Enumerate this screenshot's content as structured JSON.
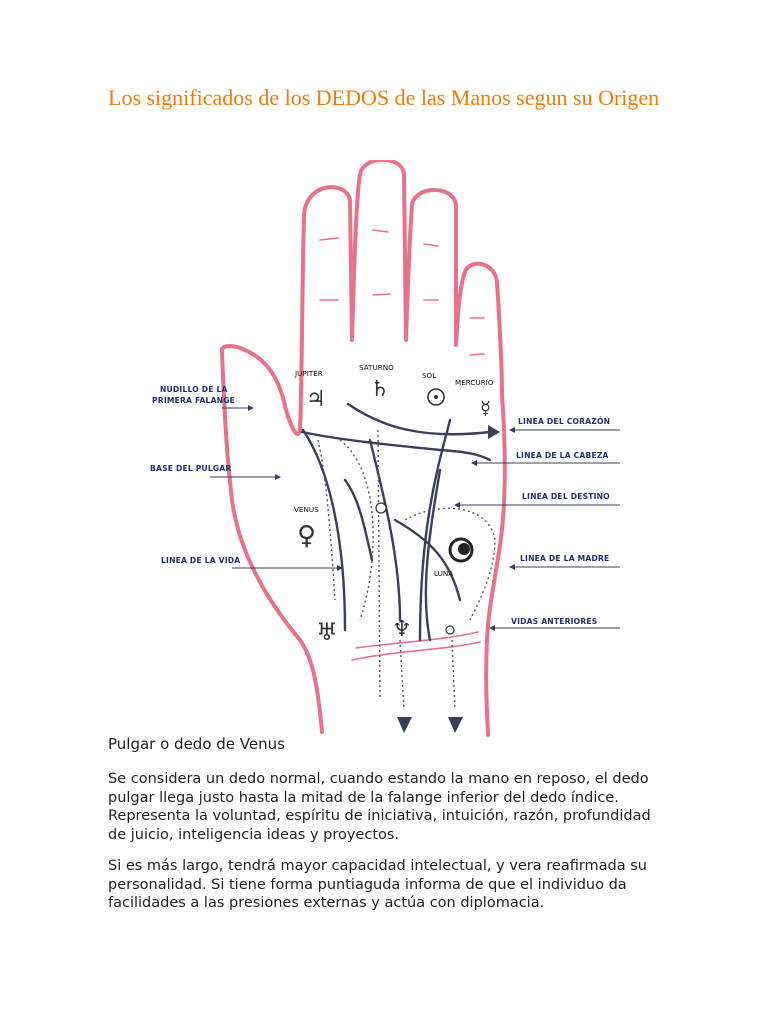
{
  "document": {
    "title": "Los significados de los DEDOS de las Manos segun su Origen",
    "section_heading": "Pulgar o dedo de Venus",
    "paragraphs": [
      "Se considera un dedo normal, cuando estando la mano en reposo, el dedo pulgar llega justo hasta la mitad de la falange inferior del dedo índice. Representa la voluntad, espíritu de iniciativa, intuición, razón, profundidad de juicio, inteligencia ideas y proyectos.",
      "Si es más largo, tendrá mayor capacidad intelectual, y vera reafirmada su personalidad. Si tiene forma puntiaguda informa de que el individuo da facilidades a las presiones externas y actúa con diplomacia."
    ]
  },
  "diagram": {
    "colors": {
      "hand_outline": "#e8728a",
      "lines": "#3a3f5a",
      "labels": "#1f2f6e"
    },
    "left_labels": {
      "nudillo_1": "NUDILLO DE LA",
      "nudillo_2": "PRIMERA FALANGE",
      "base_pulgar": "BASE DEL PULGAR",
      "linea_vida": "LINEA DE LA VIDA"
    },
    "right_labels": {
      "corazon": "LINEA DEL CORAZÓN",
      "cabeza": "LINEA DE LA CABEZA",
      "destino": "LINEA DEL DESTINO",
      "madre": "LINEA DE LA MADRE",
      "vidas": "VIDAS ANTERIORES"
    },
    "mounts": {
      "jupiter": "JUPITER",
      "saturno": "SATURNO",
      "sol": "SOL",
      "mercurio": "MERCURIO",
      "venus": "VENUS",
      "luna": "LUNA"
    },
    "symbols": {
      "jupiter": "jupiter-symbol",
      "saturno": "saturn-symbol",
      "sol": "sun-symbol",
      "mercurio": "mercury-symbol",
      "venus": "venus-symbol",
      "luna": "moon-symbol"
    }
  }
}
